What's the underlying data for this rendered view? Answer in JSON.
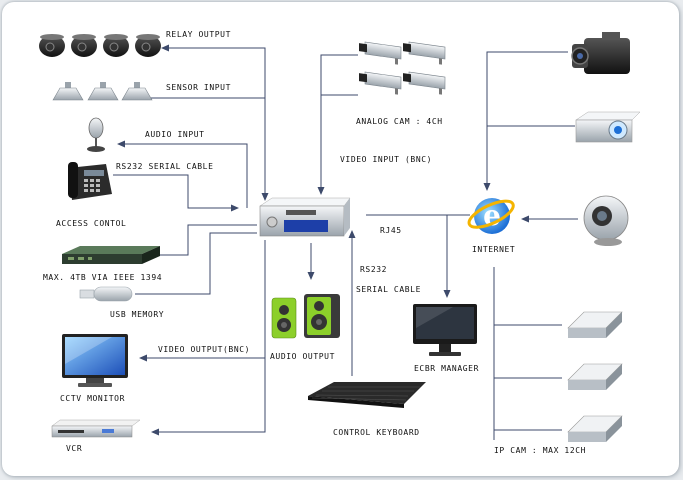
{
  "labels": {
    "relay_output": "RELAY OUTPUT",
    "sensor_input": "SENSOR INPUT",
    "audio_input": "AUDIO INPUT",
    "rs232_serial_cable": "RS232 SERIAL CABLE",
    "access_control": "ACCESS CONTOL",
    "max_storage": "MAX. 4TB VIA IEEE 1394",
    "usb_memory": "USB MEMORY",
    "video_output_bnc": "VIDEO OUTPUT(BNC)",
    "cctv_monitor": "CCTV MONITOR",
    "vcr": "VCR",
    "analog_cam": "ANALOG CAM : 4CH",
    "video_input_bnc": "VIDEO INPUT (BNC)",
    "rj45": "RJ45",
    "internet": "INTERNET",
    "rs232": "RS232",
    "serial_cable": "SERIAL CABLE",
    "audio_output": "AUDIO OUTPUT",
    "ecbr_manager": "ECBR MANAGER",
    "control_keyboard": "CONTROL KEYBOARD",
    "ip_cam": "IP CAM : MAX 12CH"
  },
  "colors": {
    "line": "#3d4a6b",
    "accent_blue": "#2a6fd6",
    "speaker_green": "#8ccf2a"
  },
  "icons": [
    "dome-camera-icon",
    "sensor-icon",
    "microphone-icon",
    "telephone-icon",
    "storage-device-icon",
    "usb-stick-icon",
    "monitor-icon",
    "vcr-icon",
    "box-camera-icon",
    "dvr-unit-icon",
    "internet-explorer-icon",
    "speaker-icon",
    "keyboard-icon",
    "camcorder-icon",
    "projector-icon",
    "webcam-icon",
    "ip-camera-icon"
  ]
}
